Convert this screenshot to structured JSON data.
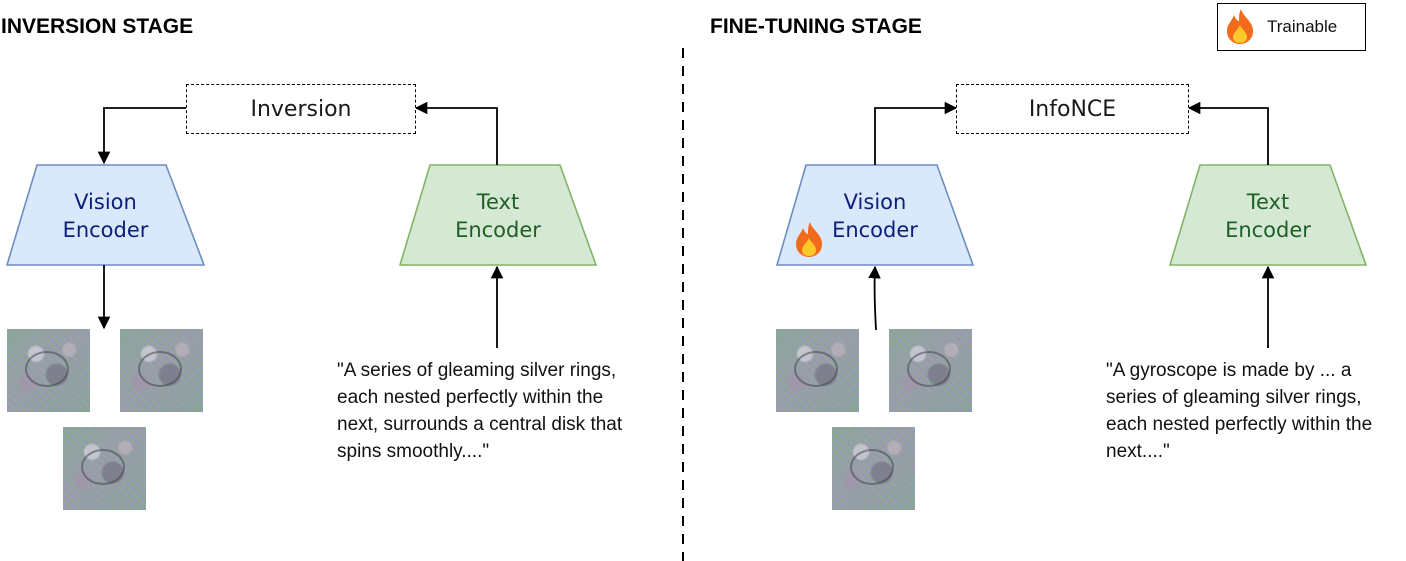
{
  "inversion_stage": {
    "title": "INVERSION STAGE",
    "objective_label": "Inversion",
    "vision_encoder_label": [
      "Vision",
      "Encoder"
    ],
    "text_encoder_label": [
      "Text",
      "Encoder"
    ],
    "prompt_lines": [
      "\"A series of gleaming silver rings,",
      "each nested perfectly within the",
      "next, surrounds a central disk that",
      "spins smoothly....\""
    ]
  },
  "fine_tuning_stage": {
    "title": "FINE-TUNING STAGE",
    "objective_label": "InfoNCE",
    "vision_encoder_label": [
      "Vision",
      "Encoder"
    ],
    "text_encoder_label": [
      "Text",
      "Encoder"
    ],
    "prompt_lines": [
      "\"A gyroscope is made by ... a",
      "series of gleaming silver rings,",
      "each nested perfectly within the",
      "next....\""
    ]
  },
  "legend": {
    "label": "Trainable",
    "icon": "fire-icon"
  },
  "colors": {
    "vision_fill": "#dae8fc",
    "vision_stroke": "#6c8ebf",
    "vision_text": "#0b1f7a",
    "text_fill": "#d5e8d4",
    "text_stroke": "#82b366",
    "text_text": "#1e5f25",
    "fire_outer": "#f26a1b",
    "fire_inner": "#fcc82a"
  }
}
